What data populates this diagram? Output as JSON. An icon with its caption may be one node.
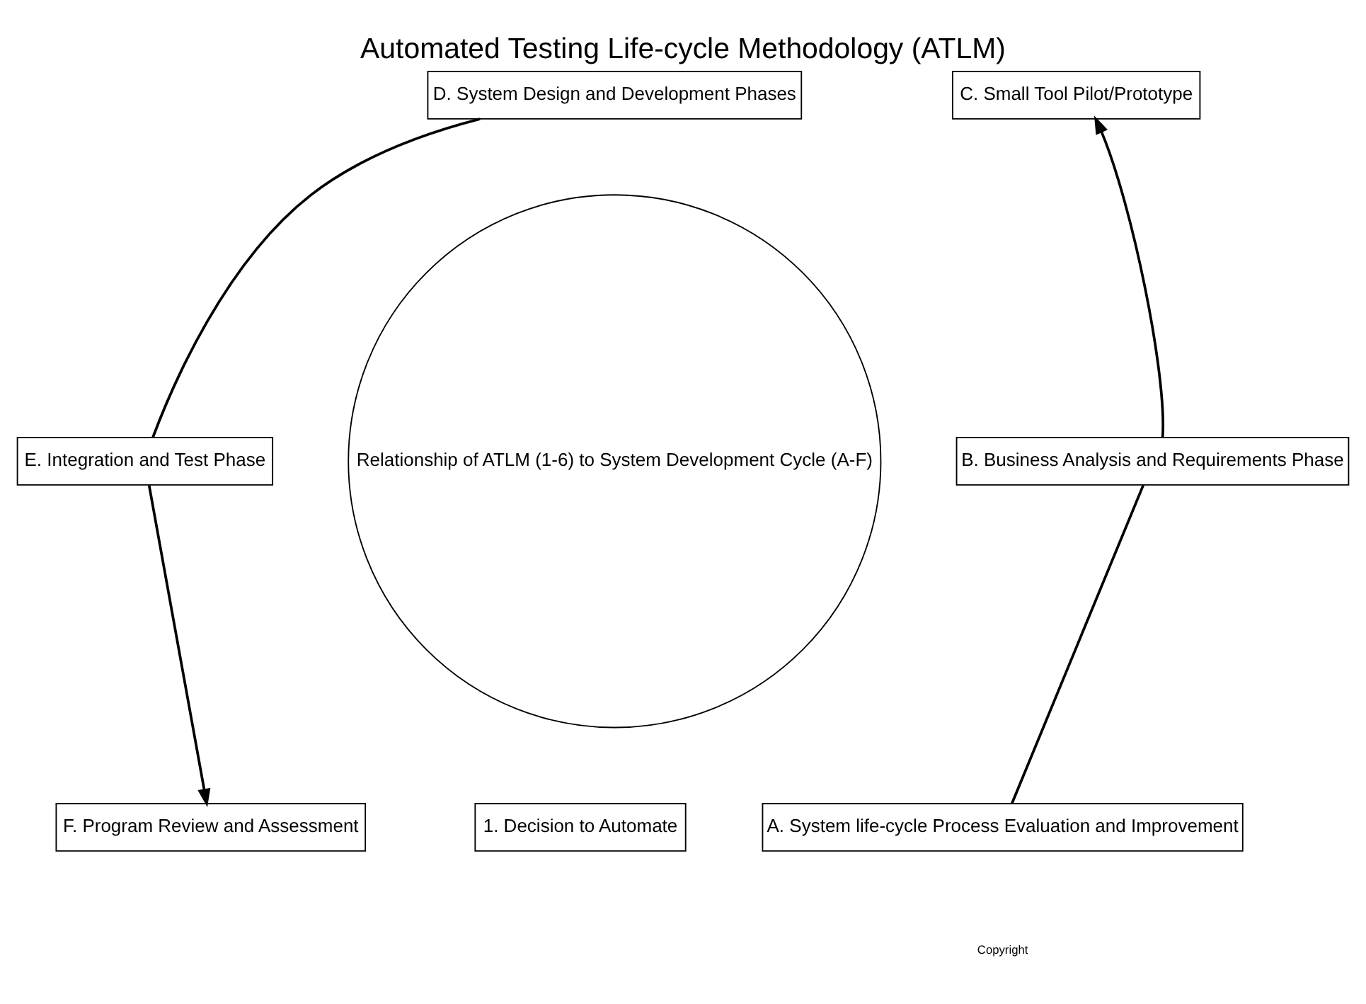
{
  "diagram": {
    "title": "Automated Testing Life-cycle Methodology (ATLM)",
    "nodes": [
      {
        "text": [
          "D. System Design and Development Phases"
        ]
      },
      {
        "text": [
          "C. Small Tool Pilot/Prototype"
        ]
      },
      {
        "text": [
          "E. Integration and Test Phase"
        ]
      },
      {
        "text": [
          "Relationship of ATLM (1-6) to System Development Cycle (A-F)"
        ]
      },
      {
        "text": [
          "B. Business Analysis and Requirements Phase"
        ]
      },
      {
        "text": [
          "F. Program Review and Assessment"
        ]
      },
      {
        "text": [
          "1. Decision to Automate"
        ]
      },
      {
        "text": [
          "A. System life-cycle Process Evaluation and Improvement"
        ]
      }
    ],
    "edges": [
      {
        "from": 7,
        "to": 4,
        "arrow": "none"
      },
      {
        "from": 4,
        "to": 1,
        "arrow": "to"
      },
      {
        "from": 0,
        "to": 2,
        "arrow": "none"
      },
      {
        "from": 2,
        "to": 5,
        "arrow": "to"
      }
    ],
    "labels": [
      "Copyright"
    ]
  }
}
